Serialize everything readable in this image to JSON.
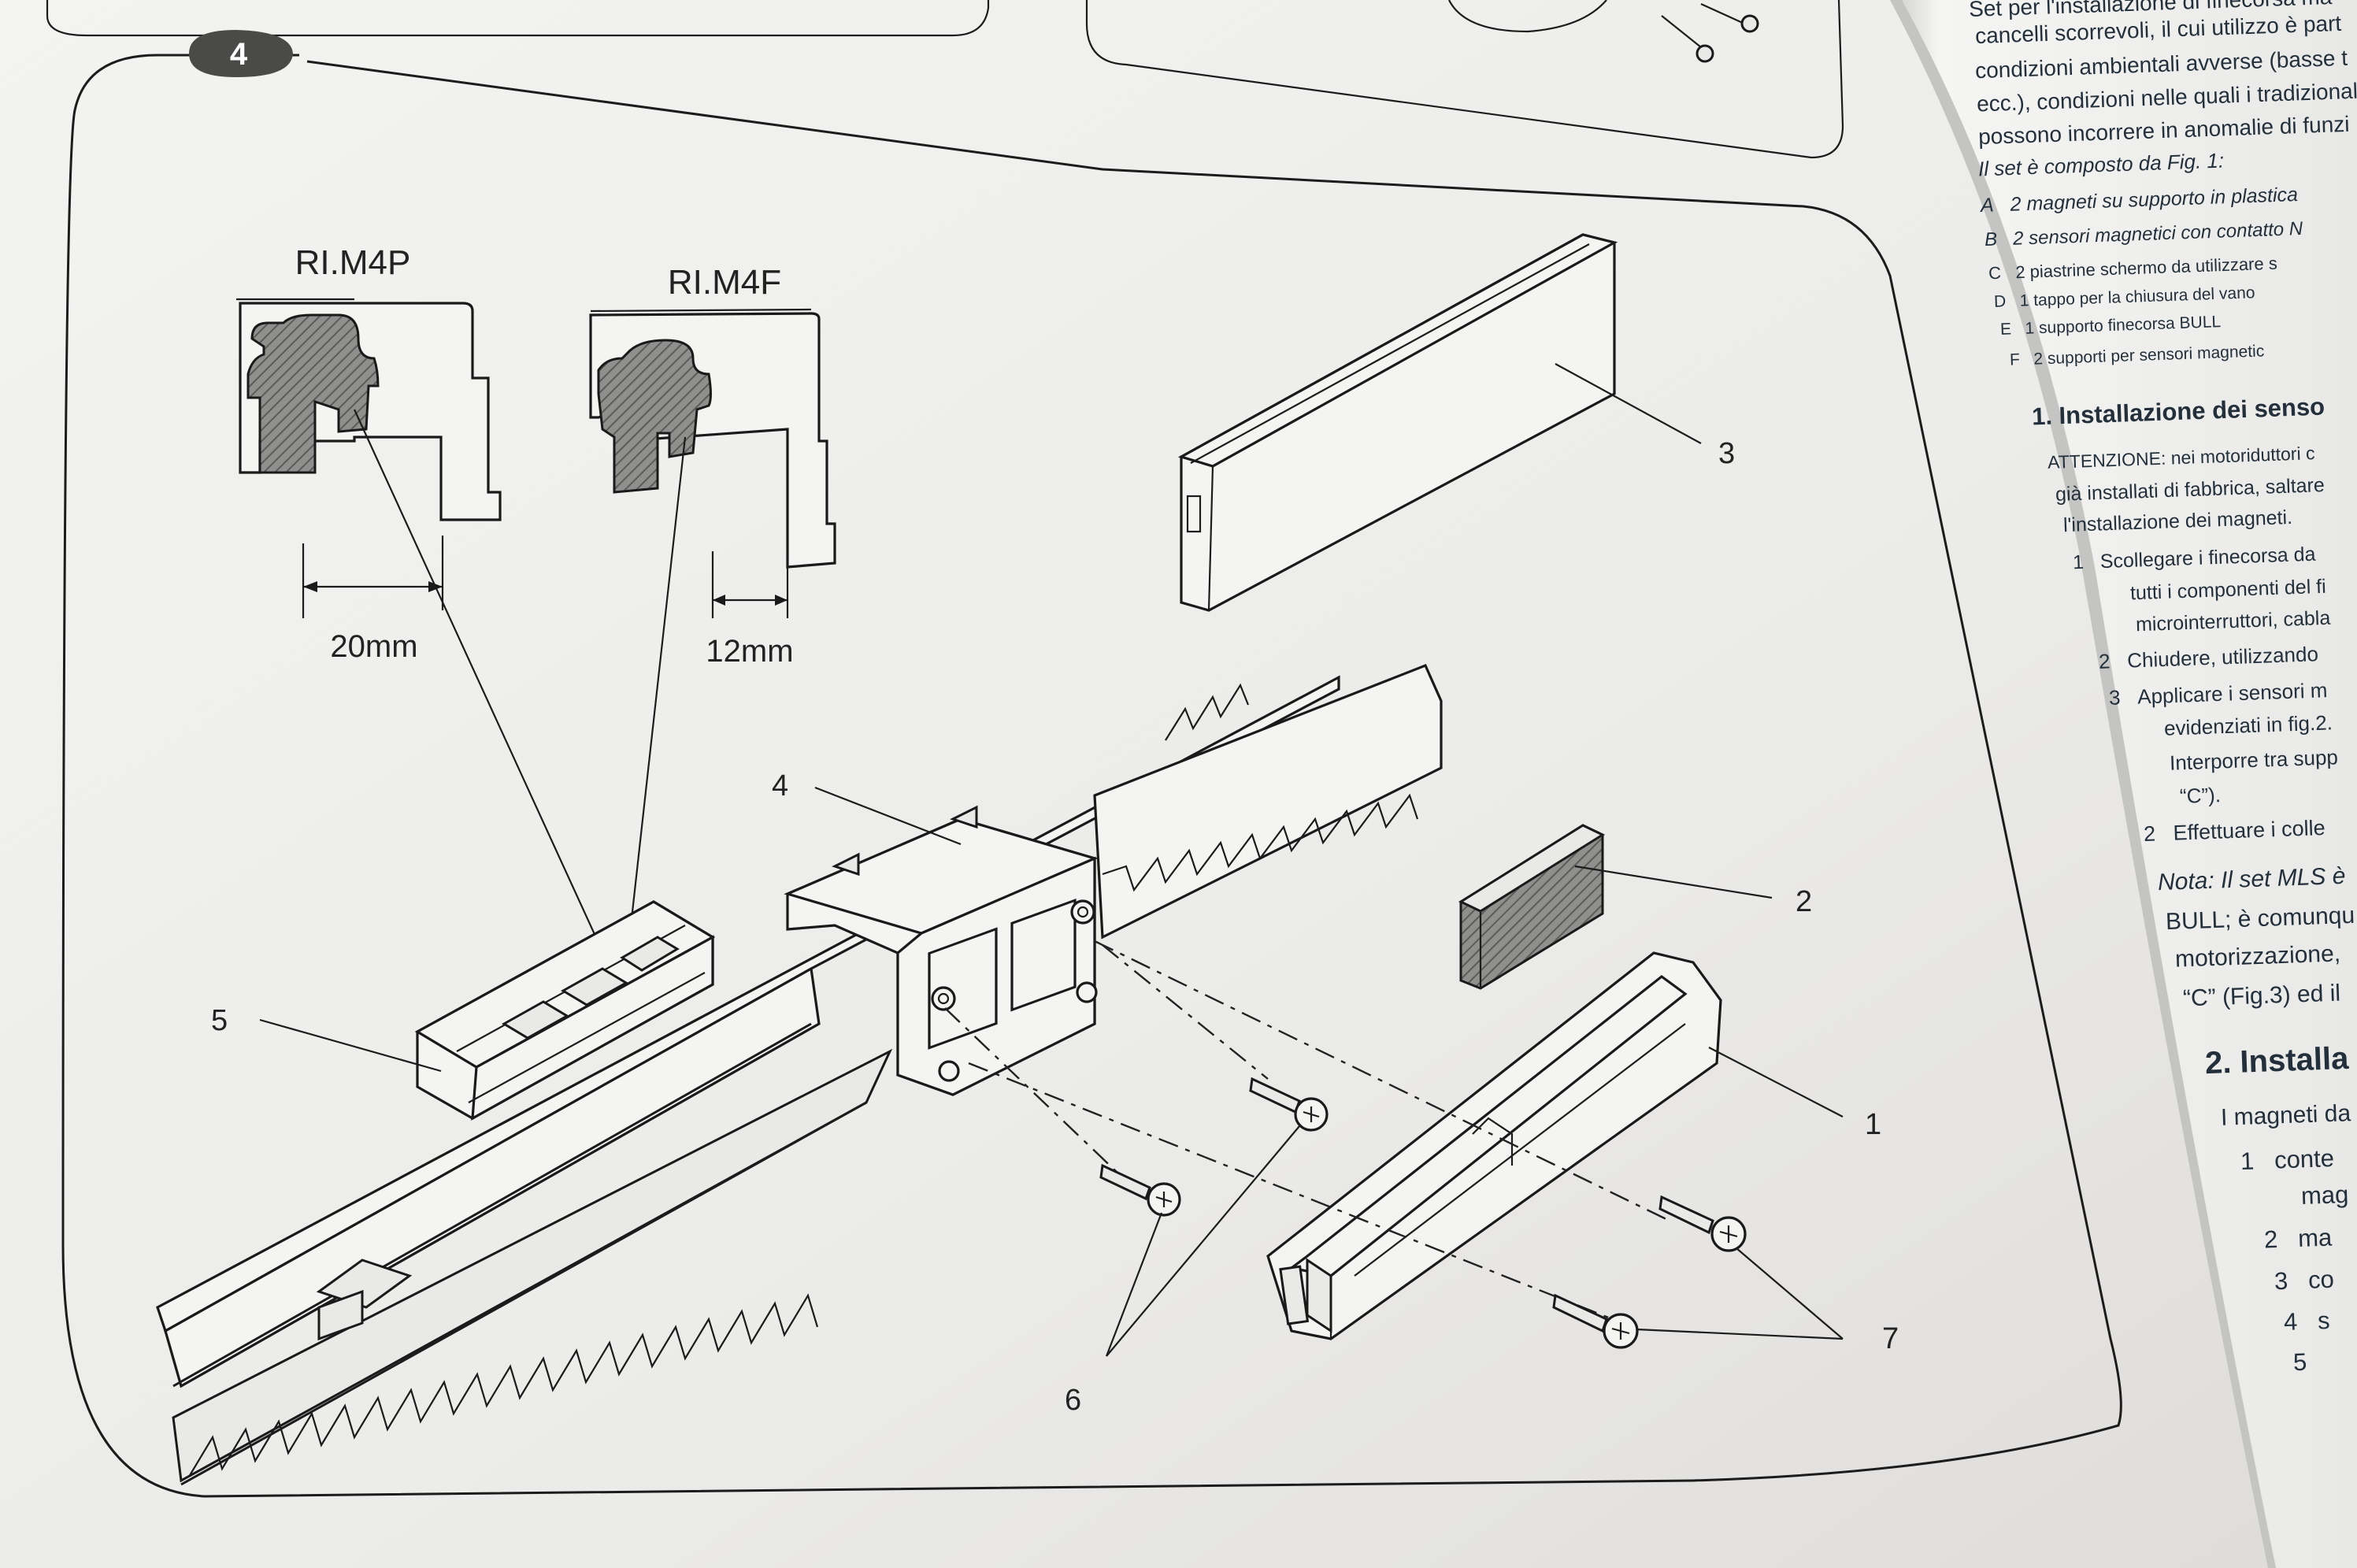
{
  "diagram": {
    "step_badge": "4",
    "profile_left_label": "RI.M4P",
    "profile_right_label": "RI.M4F",
    "dim_left": "20mm",
    "dim_right": "12mm",
    "callouts": [
      "1",
      "2",
      "3",
      "4",
      "5",
      "6",
      "7"
    ]
  },
  "side_text": {
    "lines": [
      "Set per l'installazione di finecorsa ma",
      "cancelli scorrevoli, il cui utilizzo è part",
      "condizioni ambientali avverse (basse t",
      "ecc.), condizioni nelle quali i tradizionali",
      "possono incorrere in anomalie di funzi",
      "Il set è composto da Fig. 1:"
    ],
    "list": [
      {
        "key": "A",
        "text": "2 magneti su supporto in plastica"
      },
      {
        "key": "B",
        "text": "2 sensori magnetici con contatto N"
      },
      {
        "key": "C",
        "text": "2 piastrine schermo da utilizzare s"
      },
      {
        "key": "D",
        "text": "1 tappo per la chiusura del vano"
      },
      {
        "key": "E",
        "text": "1 supporto finecorsa BULL"
      },
      {
        "key": "F",
        "text": "2 supporti per sensori magnetic"
      }
    ],
    "section1_title": "1. Installazione dei senso",
    "section1_lines": [
      "ATTENZIONE: nei motoriduttori c",
      "già installati di fabbrica, saltare",
      "l'installazione dei magneti."
    ],
    "steps": [
      {
        "n": "1",
        "text": "Scollegare i finecorsa da"
      },
      {
        "n": "",
        "text": "tutti i componenti del fi"
      },
      {
        "n": "",
        "text": "microinterruttori, cabla"
      },
      {
        "n": "2",
        "text": "Chiudere, utilizzando"
      },
      {
        "n": "3",
        "text": "Applicare i sensori m"
      },
      {
        "n": "",
        "text": "evidenziati in fig.2."
      },
      {
        "n": "",
        "text": "Interporre tra supp"
      },
      {
        "n": "",
        "text": "“C”)."
      },
      {
        "n": "2",
        "text": "Effettuare i colle"
      }
    ],
    "nota_lines": [
      "Nota: Il set MLS è",
      "BULL; è comunqu",
      "motorizzazione,",
      "“C” (Fig.3) ed il"
    ],
    "section2_title": "2. Installa",
    "section2_lines": [
      "I magneti da",
      "conte",
      "mag",
      "ma",
      "co",
      "s"
    ],
    "section2_nums": [
      "1",
      "",
      "2",
      "3",
      "4",
      "5"
    ]
  }
}
